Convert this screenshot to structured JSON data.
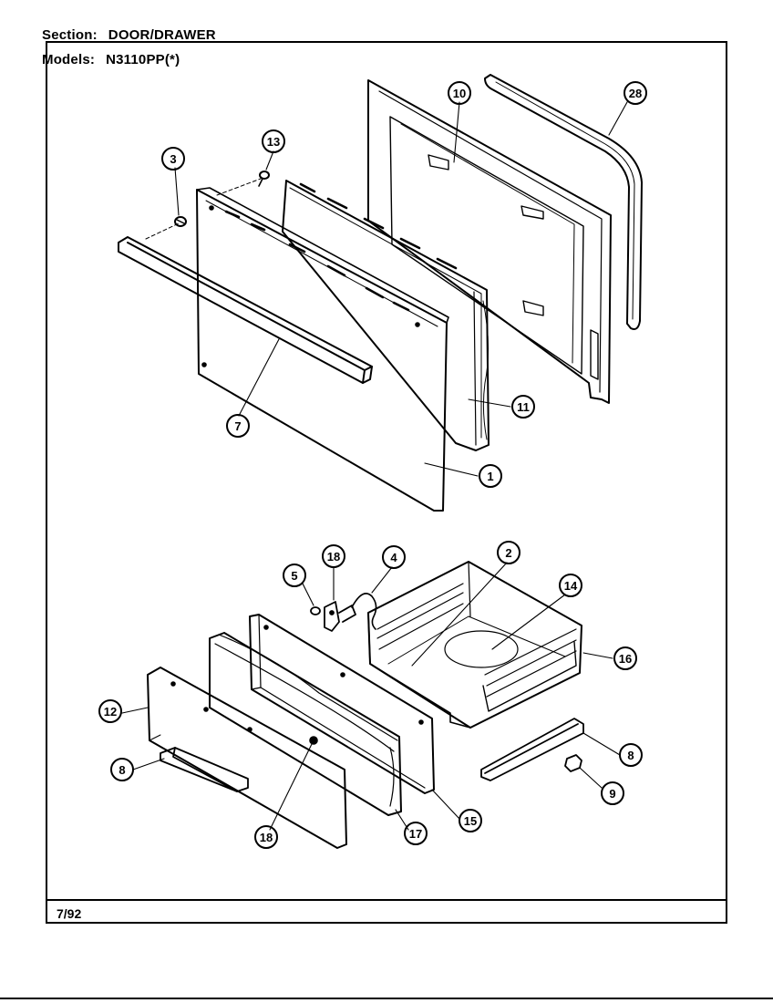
{
  "header": {
    "section_label": "Section:",
    "section_value": "DOOR/DRAWER",
    "models_label": "Models:",
    "models_value": "N3110PP(*)"
  },
  "footer": {
    "date": "7/92"
  },
  "callouts": [
    {
      "id": "c3",
      "label": "3"
    },
    {
      "id": "c13",
      "label": "13"
    },
    {
      "id": "c10",
      "label": "10"
    },
    {
      "id": "c28",
      "label": "28"
    },
    {
      "id": "c7",
      "label": "7"
    },
    {
      "id": "c11",
      "label": "11"
    },
    {
      "id": "c1",
      "label": "1"
    },
    {
      "id": "c18a",
      "label": "18"
    },
    {
      "id": "c4",
      "label": "4"
    },
    {
      "id": "c2",
      "label": "2"
    },
    {
      "id": "c5",
      "label": "5"
    },
    {
      "id": "c14",
      "label": "14"
    },
    {
      "id": "c16",
      "label": "16"
    },
    {
      "id": "c12",
      "label": "12"
    },
    {
      "id": "c8a",
      "label": "8"
    },
    {
      "id": "c8b",
      "label": "8"
    },
    {
      "id": "c9",
      "label": "9"
    },
    {
      "id": "c18b",
      "label": "18"
    },
    {
      "id": "c17",
      "label": "17"
    },
    {
      "id": "c15",
      "label": "15"
    }
  ]
}
